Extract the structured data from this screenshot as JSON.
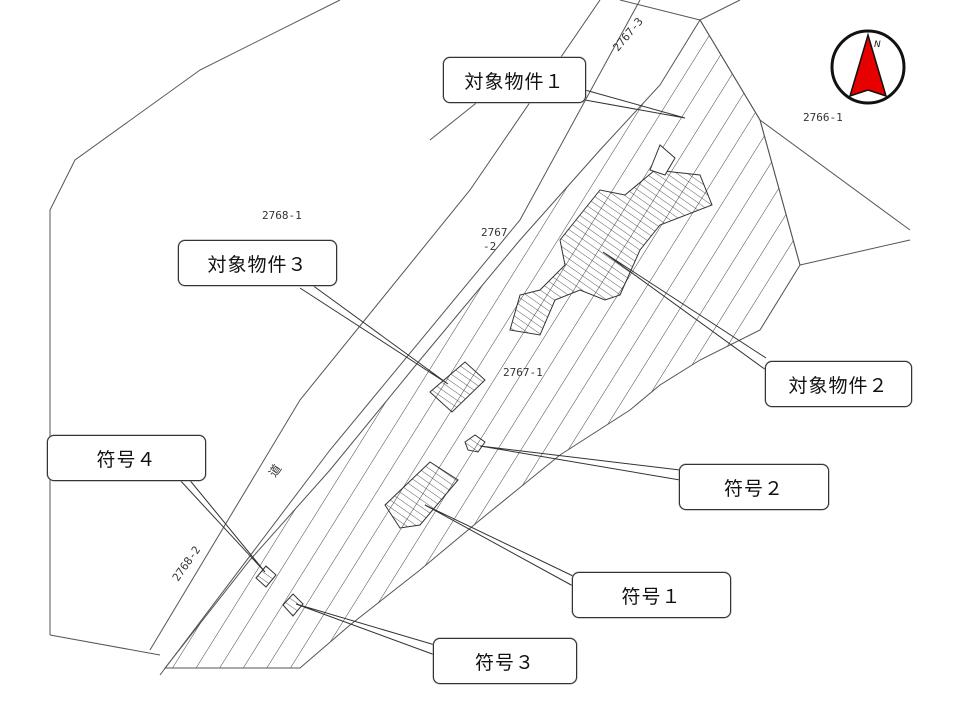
{
  "callouts": {
    "target1": "対象物件１",
    "target2": "対象物件２",
    "target3": "対象物件３",
    "mark1": "符号１",
    "mark2": "符号２",
    "mark3": "符号３",
    "mark4": "符号４"
  },
  "lots": {
    "lot_2767_3": "2767-3",
    "lot_2766_1": "2766-1",
    "lot_2768_1": "2768-1",
    "lot_2767_2a": "2767",
    "lot_2767_2b": "-2",
    "lot_2767_1": "2767-1",
    "lot_2768_2": "2768-2"
  },
  "road_label": "道",
  "compass": {
    "north_label": "N",
    "arrow_color": "#e60000"
  },
  "colors": {
    "line": "#555555",
    "hatch": "#444444",
    "label_border": "#333333"
  }
}
